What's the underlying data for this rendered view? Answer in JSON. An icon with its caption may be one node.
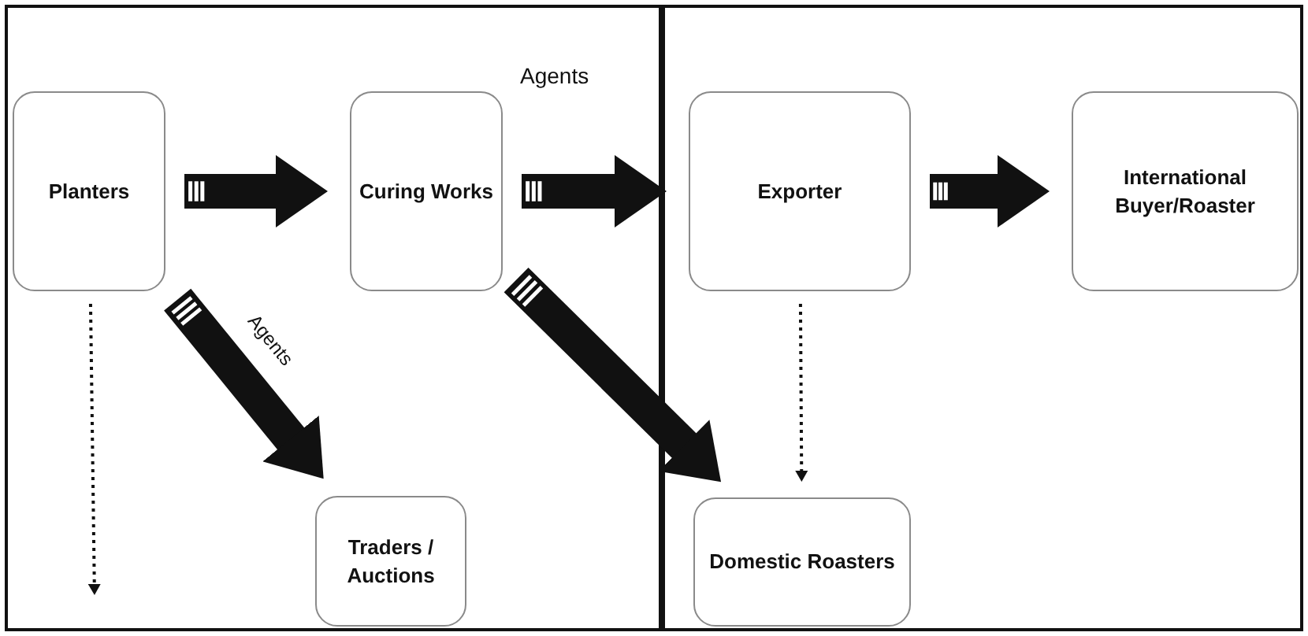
{
  "diagram": {
    "nodes": [
      {
        "text": [],
        "shape": "box"
      },
      {
        "text": [
          "Planters"
        ],
        "in": 0
      },
      {
        "text": [
          "Curing Works"
        ],
        "in": 0
      },
      {
        "text": [
          "Traders / Auctions"
        ],
        "in": 0
      },
      {
        "text": [],
        "shape": "box"
      },
      {
        "text": [
          "Exporter"
        ],
        "in": 4
      },
      {
        "text": [
          "International Buyer/Roaster"
        ],
        "in": 4
      },
      {
        "text": [
          "Domestic Roasters"
        ],
        "in": 4
      }
    ],
    "edges": [
      {
        "from": 1,
        "to": 2,
        "arrow": "to"
      },
      {
        "from": 2,
        "to": 5,
        "arrow": "to"
      },
      {
        "from": 5,
        "to": 6,
        "arrow": "to"
      },
      {
        "from": 1,
        "to": 3,
        "arrow": "to",
        "label": "Agents"
      },
      {
        "from": 2,
        "to": 7,
        "arrow": "to"
      },
      {
        "from": 1,
        "to": null,
        "arrow": "to",
        "style": "dashed"
      },
      {
        "from": 5,
        "to": 7,
        "arrow": "to",
        "style": "dashed"
      }
    ],
    "labels": [
      "Agents"
    ]
  }
}
